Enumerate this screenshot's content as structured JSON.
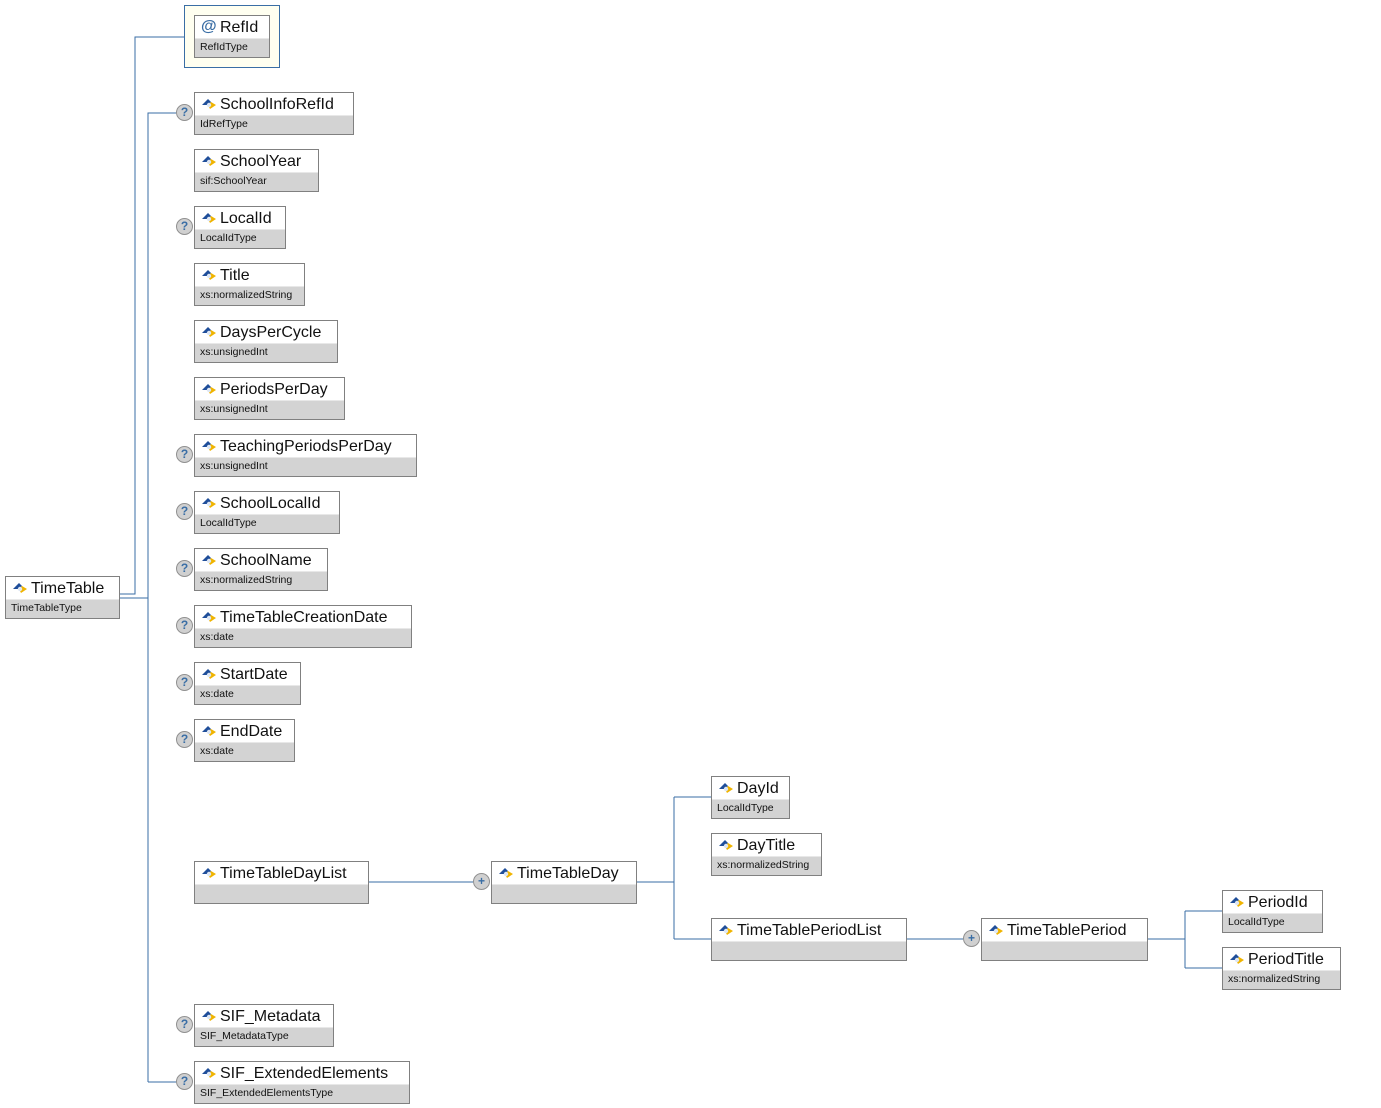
{
  "root": {
    "name": "TimeTable",
    "type": "TimeTableType"
  },
  "attribute": {
    "name": "RefId",
    "type": "RefIdType",
    "icon": "at-icon"
  },
  "children": [
    {
      "name": "SchoolInfoRefId",
      "type": "IdRefType",
      "optional": true
    },
    {
      "name": "SchoolYear",
      "type": "sif:SchoolYear",
      "optional": false
    },
    {
      "name": "LocalId",
      "type": "LocalIdType",
      "optional": true
    },
    {
      "name": "Title",
      "type": "xs:normalizedString",
      "optional": false
    },
    {
      "name": "DaysPerCycle",
      "type": "xs:unsignedInt",
      "optional": false
    },
    {
      "name": "PeriodsPerDay",
      "type": "xs:unsignedInt",
      "optional": false
    },
    {
      "name": "TeachingPeriodsPerDay",
      "type": "xs:unsignedInt",
      "optional": true
    },
    {
      "name": "SchoolLocalId",
      "type": "LocalIdType",
      "optional": true
    },
    {
      "name": "SchoolName",
      "type": "xs:normalizedString",
      "optional": true
    },
    {
      "name": "TimeTableCreationDate",
      "type": "xs:date",
      "optional": true
    },
    {
      "name": "StartDate",
      "type": "xs:date",
      "optional": true
    },
    {
      "name": "EndDate",
      "type": "xs:date",
      "optional": true
    },
    {
      "name": "TimeTableDayList",
      "type": "",
      "optional": false
    },
    {
      "name": "SIF_Metadata",
      "type": "SIF_MetadataType",
      "optional": true
    },
    {
      "name": "SIF_ExtendedElements",
      "type": "SIF_ExtendedElementsType",
      "optional": true
    }
  ],
  "day": {
    "name": "TimeTableDay",
    "type": ""
  },
  "day_children": [
    {
      "name": "DayId",
      "type": "LocalIdType"
    },
    {
      "name": "DayTitle",
      "type": "xs:normalizedString"
    },
    {
      "name": "TimeTablePeriodList",
      "type": ""
    }
  ],
  "period": {
    "name": "TimeTablePeriod",
    "type": ""
  },
  "period_children": [
    {
      "name": "PeriodId",
      "type": "LocalIdType"
    },
    {
      "name": "PeriodTitle",
      "type": "xs:normalizedString"
    }
  ],
  "colors": {
    "line": "#3a6ea5",
    "type_bg": "#d3d3d3",
    "attr_bg": "#fffff0"
  }
}
